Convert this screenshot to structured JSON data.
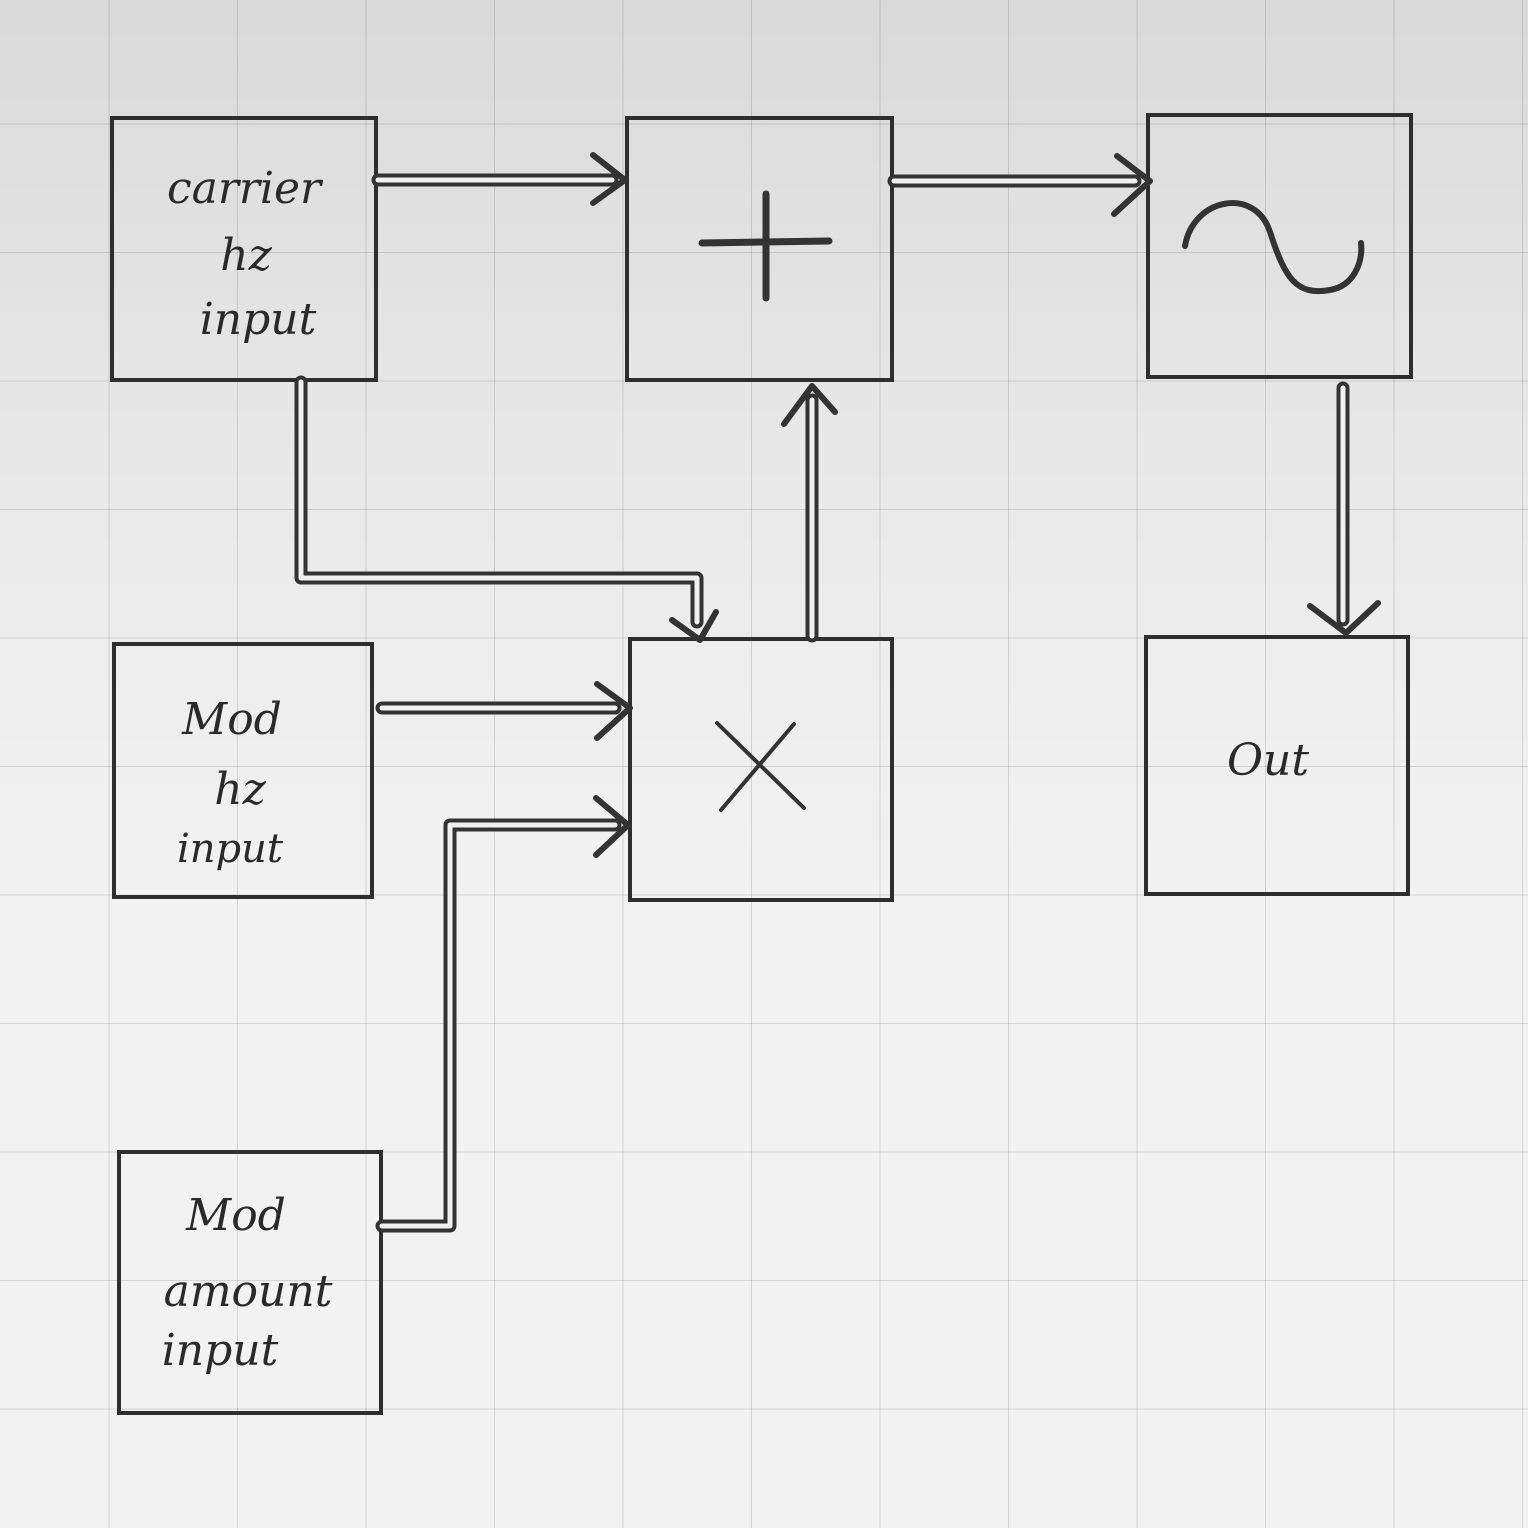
{
  "blocks": {
    "carrier": {
      "lines": [
        "carrier",
        "hz",
        "input"
      ]
    },
    "adder": {
      "symbol": "plus-icon"
    },
    "oscillator": {
      "symbol": "sine-wave-icon"
    },
    "mod_hz": {
      "lines": [
        "Mod",
        "hz",
        "input"
      ]
    },
    "multiplier": {
      "symbol": "multiply-icon"
    },
    "mod_amount": {
      "lines": [
        "Mod",
        "amount",
        "input"
      ]
    },
    "out": {
      "lines": [
        "Out"
      ]
    }
  },
  "colors": {
    "paper": "#f2f2f2",
    "ink": "#2e2e2e",
    "grid": "#c8c8c8"
  }
}
